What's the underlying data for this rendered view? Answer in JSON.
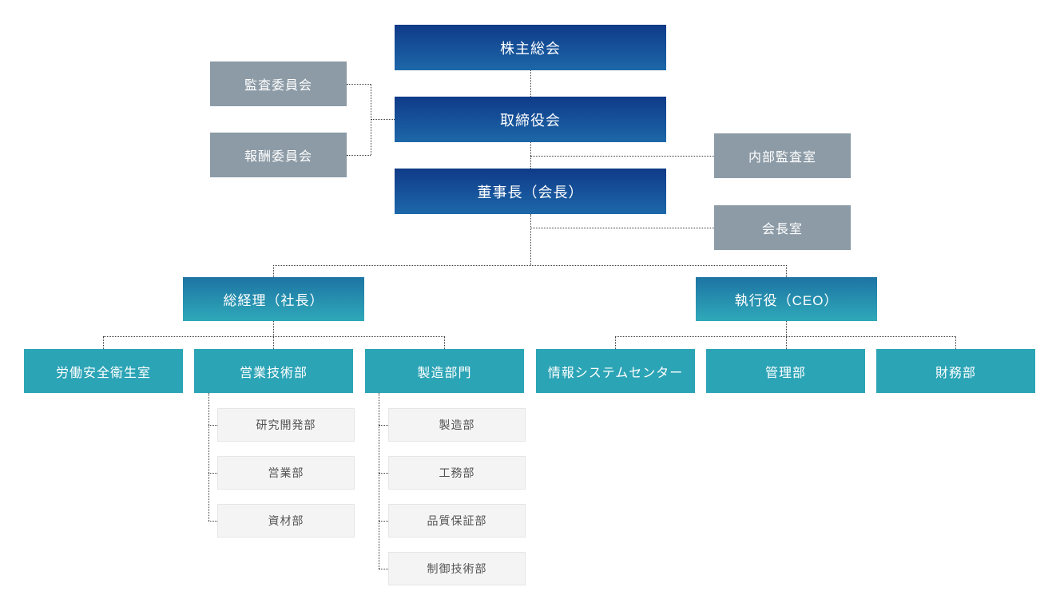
{
  "diagram_type": "organization-chart",
  "nodes": {
    "shareholders": {
      "label": "株主総会"
    },
    "board": {
      "label": "取締役会"
    },
    "chairman": {
      "label": "董事長（会長）"
    },
    "audit_committee": {
      "label": "監査委員会"
    },
    "compensation_committee": {
      "label": "報酬委員会"
    },
    "internal_audit_office": {
      "label": "内部監査室"
    },
    "chairman_office": {
      "label": "会長室"
    },
    "president": {
      "label": "総経理（社長）"
    },
    "ceo": {
      "label": "執行役（CEO）"
    },
    "safety_office": {
      "label": "労働安全衛生室"
    },
    "sales_engineering_dept": {
      "label": "営業技術部"
    },
    "manufacturing_division": {
      "label": "製造部門"
    },
    "info_systems_center": {
      "label": "情報システムセンター"
    },
    "admin_dept": {
      "label": "管理部"
    },
    "finance_dept": {
      "label": "財務部"
    },
    "rnd_dept": {
      "label": "研究開発部"
    },
    "sales_dept": {
      "label": "営業部"
    },
    "materials_dept": {
      "label": "資材部"
    },
    "manufacturing_dept": {
      "label": "製造部"
    },
    "engineering_works_dept": {
      "label": "工務部"
    },
    "quality_assurance_dept": {
      "label": "品質保証部"
    },
    "control_engineering_dept": {
      "label": "制御技術部"
    }
  },
  "hierarchy": {
    "shareholders_reports_to": null,
    "board_reports_to": "shareholders",
    "chairman_reports_to": "board",
    "board_committees": [
      "audit_committee",
      "compensation_committee"
    ],
    "board_staff": [
      "internal_audit_office"
    ],
    "chairman_staff": [
      "chairman_office"
    ],
    "chairman_children": [
      "president",
      "ceo"
    ],
    "president_children": [
      "safety_office",
      "sales_engineering_dept",
      "manufacturing_division"
    ],
    "ceo_children": [
      "info_systems_center",
      "admin_dept",
      "finance_dept"
    ],
    "sales_engineering_children": [
      "rnd_dept",
      "sales_dept",
      "materials_dept"
    ],
    "manufacturing_children": [
      "manufacturing_dept",
      "engineering_works_dept",
      "quality_assurance_dept",
      "control_engineering_dept"
    ]
  },
  "colors": {
    "navy_top": "#0f3a88",
    "navy_bottom": "#1d68a9",
    "teal_gradient_top": "#1d74a4",
    "teal_gradient_bottom": "#2fa9b9",
    "teal_flat": "#2ba4b6",
    "gray": "#8c9ba6",
    "subbox_bg": "#f4f4f4",
    "subbox_border": "#e6e6e6",
    "connector": "#3a3a3a"
  }
}
